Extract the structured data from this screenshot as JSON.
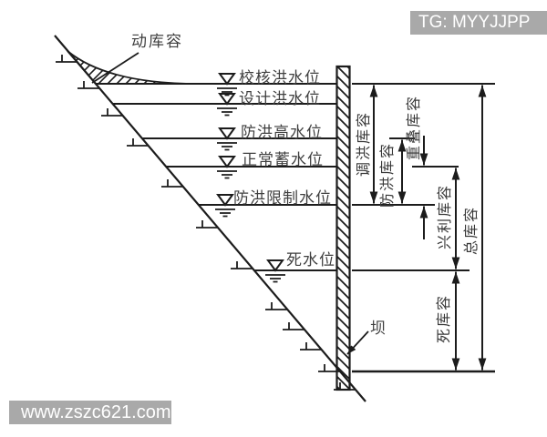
{
  "watermarks": {
    "top_right": "TG: MYYJJPP",
    "bottom_left": "www.zszc621.com"
  },
  "labels": {
    "dynamic_storage": "动库容",
    "dam": "坝"
  },
  "water_levels": [
    {
      "label": "校核洪水位"
    },
    {
      "label": "设计洪水位"
    },
    {
      "label": "防洪高水位"
    },
    {
      "label": "正常蓄水位"
    },
    {
      "label": "防洪限制水位"
    },
    {
      "label": "死水位"
    }
  ],
  "storages": [
    {
      "label": "调洪库容"
    },
    {
      "label": "防洪库容"
    },
    {
      "label": "重叠库容"
    },
    {
      "label": "兴利库容"
    },
    {
      "label": "总库容"
    },
    {
      "label": "死库容"
    }
  ],
  "colors": {
    "line": "#1c1c1c",
    "text": "#3f3f3f",
    "watermark_bg": "#a9a9a9",
    "watermark_text": "#ffffff"
  }
}
